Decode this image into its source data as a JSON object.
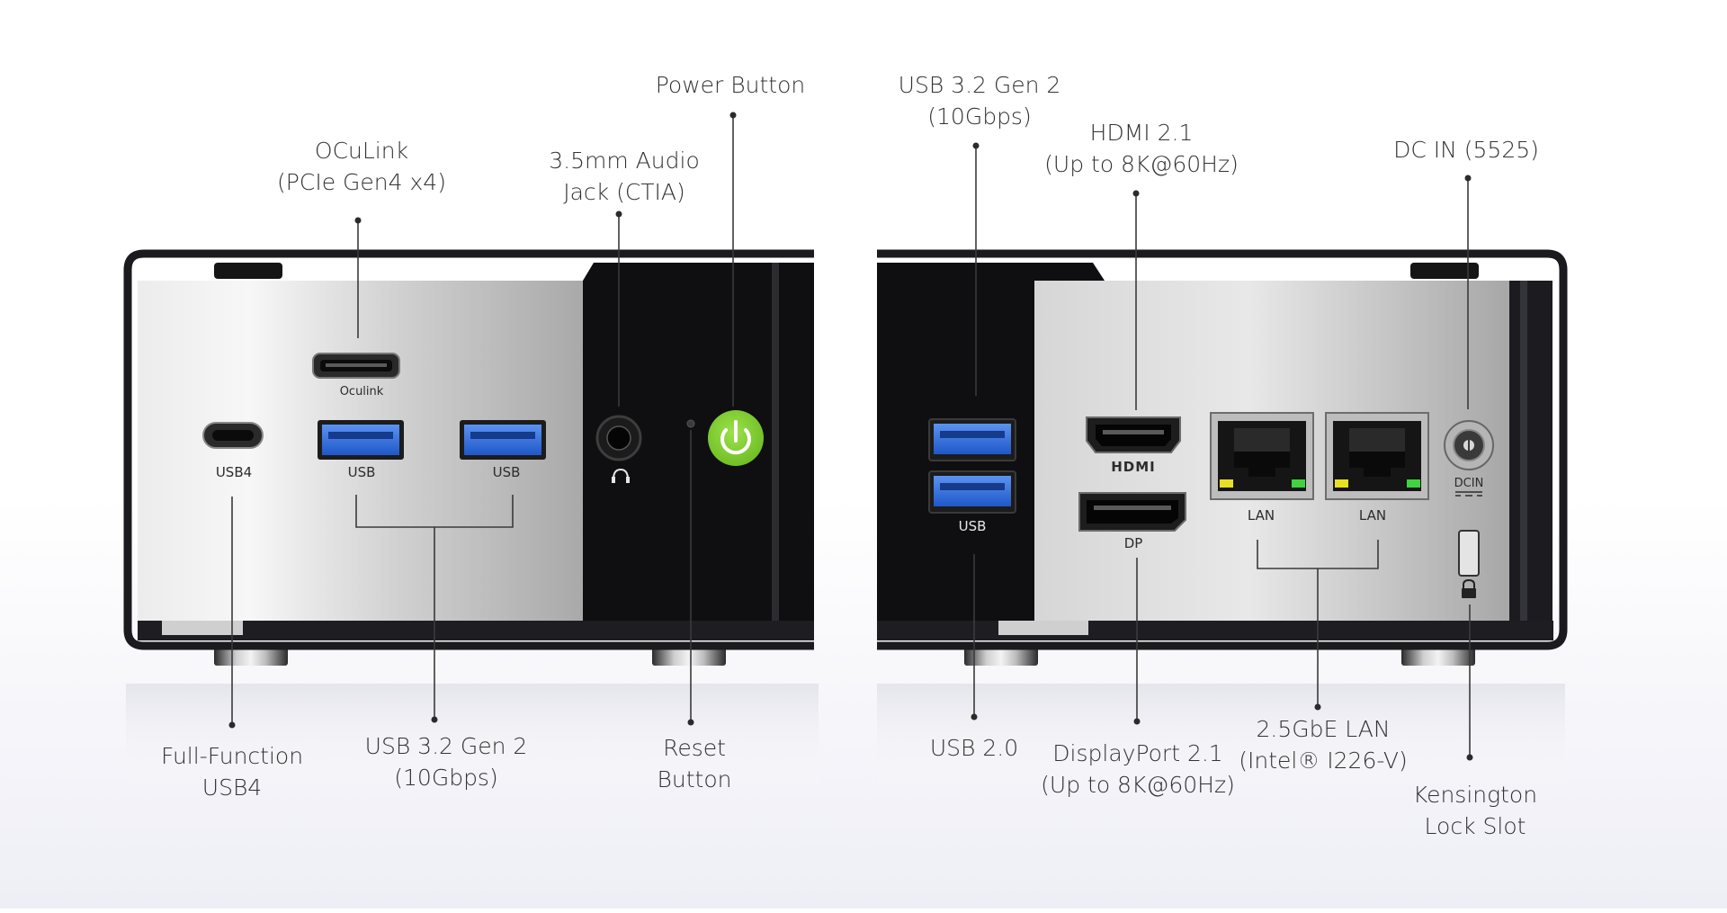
{
  "colors": {
    "accent_power": "#7cc92a",
    "usb3_blue": "#2f6ee0",
    "lan_led_yellow": "#e8e020",
    "lan_led_green": "#3fd33f",
    "callout_text": "#333333",
    "chassis_dark": "#0f0f12"
  },
  "icons": {
    "power": "power-icon",
    "headphone": "headphone-icon",
    "lock": "lock-icon"
  },
  "front_panel": {
    "port_labels": {
      "oculink": "Oculink",
      "usb4": "USB4",
      "usb_a1": "USB",
      "usb_a2": "USB"
    },
    "callouts": {
      "oculink": {
        "line1": "OCuLink",
        "line2": "(PCIe Gen4 x4)"
      },
      "audio": {
        "line1": "3.5mm Audio",
        "line2": "Jack (CTIA)"
      },
      "power": {
        "line1": "Power Button"
      },
      "usb4": {
        "line1": "Full-Function",
        "line2": "USB4"
      },
      "usb32": {
        "line1": "USB 3.2 Gen 2",
        "line2": "(10Gbps)"
      },
      "reset": {
        "line1": "Reset",
        "line2": "Button"
      }
    }
  },
  "rear_panel": {
    "port_labels": {
      "usb": "USB",
      "hdmi": "HDMI",
      "dp": "DP",
      "lan1": "LAN",
      "lan2": "LAN",
      "dcin": "DCIN"
    },
    "callouts": {
      "usb32": {
        "line1": "USB 3.2 Gen 2",
        "line2": "(10Gbps)"
      },
      "hdmi": {
        "line1": "HDMI 2.1",
        "line2": "(Up to 8K@60Hz)"
      },
      "dcin": {
        "line1": "DC IN (5525)"
      },
      "usb20": {
        "line1": "USB 2.0"
      },
      "dp": {
        "line1": "DisplayPort 2.1",
        "line2": "(Up to 8K@60Hz)"
      },
      "lan": {
        "line1": "2.5GbE LAN",
        "line2": "(Intel® I226-V)"
      },
      "kensington": {
        "line1": "Kensington",
        "line2": "Lock Slot"
      }
    }
  }
}
